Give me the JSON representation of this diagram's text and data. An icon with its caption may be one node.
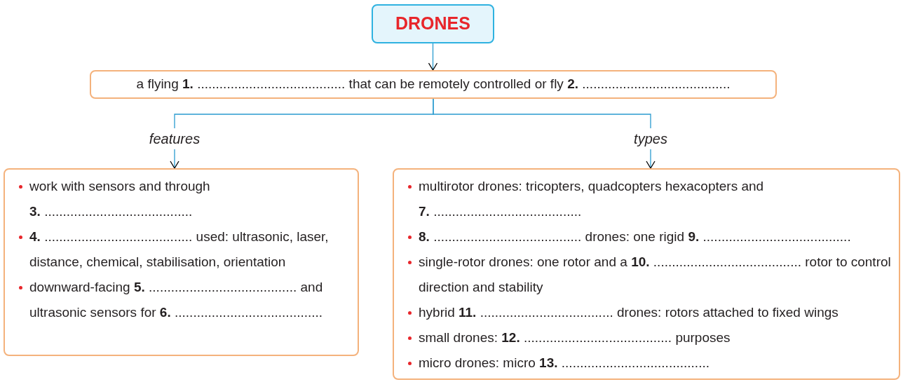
{
  "diagram": {
    "nodes": [
      {
        "text": [
          "DRONES"
        ]
      },
      {
        "text": [
          "a flying **1.** ........................................ that can be remotely controlled or fly **2.** ........................................"
        ]
      },
      {
        "text": [
          "features"
        ]
      },
      {
        "text": [
          "types"
        ]
      },
      {
        "text": [
          "work with sensors and through **3.** ........................................",
          "**4.** ........................................ used: ultrasonic, laser, distance, chemical, stabilisation, orientation",
          "downward-facing **5.** ........................................ and ultrasonic sensors for **6.** ........................................"
        ]
      },
      {
        "text": [
          "multirotor drones: tricopters, quadcopters hexacopters and **7.** ........................................",
          "**8.** ........................................ drones: one rigid **9.** ........................................",
          "single-rotor drones: one rotor and a **10.** ........................................ rotor to control direction and stability",
          "hybrid **11.** .................................... drones: rotors attached to fixed wings",
          "small drones: **12.** ........................................ purposes",
          "micro drones: micro **13.** ........................................"
        ]
      }
    ],
    "edges": [
      {
        "from": 0,
        "to": 1,
        "arrow": "to"
      },
      {
        "from": 1,
        "to": 2,
        "arrow": "none"
      },
      {
        "from": 1,
        "to": 3,
        "arrow": "none"
      },
      {
        "from": 2,
        "to": 4,
        "arrow": "to"
      },
      {
        "from": 3,
        "to": 5,
        "arrow": "to"
      }
    ]
  }
}
